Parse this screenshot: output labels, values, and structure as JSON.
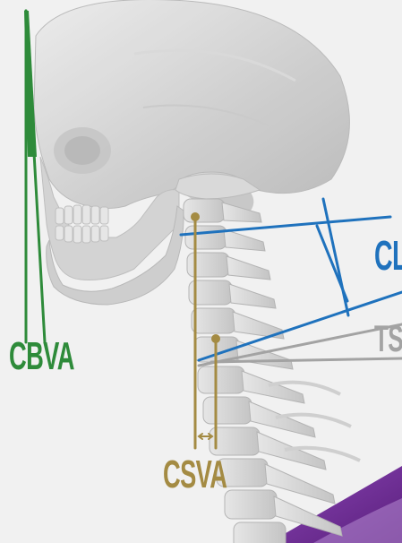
{
  "labels": {
    "cbva": "CBVA",
    "csva": "CSVA",
    "cl": "CL",
    "ts": "TS"
  },
  "colors": {
    "cbva": "#2e8b3a",
    "csva": "#a48b43",
    "cl": "#1f72bd",
    "ts": "#a3a3a3",
    "background": "#f1f1f1",
    "bone": "#d6d6d6",
    "accent_purple": "#6b2b8c"
  }
}
